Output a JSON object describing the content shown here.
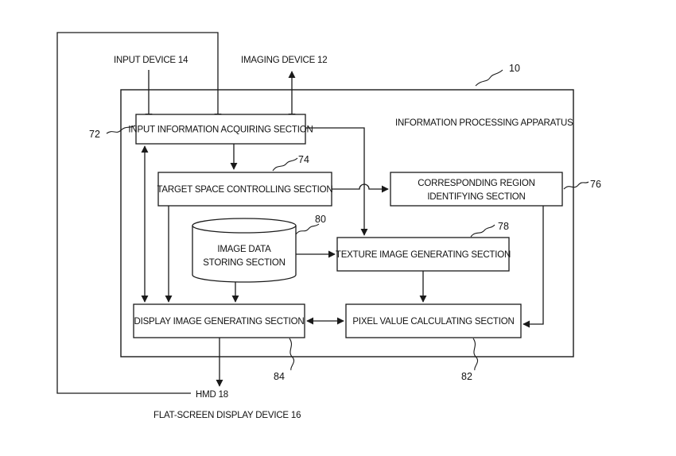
{
  "external": {
    "input_device": "INPUT DEVICE  14",
    "imaging_device": "IMAGING DEVICE  12",
    "hmd": "HMD  18",
    "flat_screen": "FLAT-SCREEN DISPLAY DEVICE  16"
  },
  "apparatus": {
    "title": "INFORMATION PROCESSING APPARATUS",
    "ref": "10"
  },
  "blocks": {
    "input_info": {
      "label": "INPUT INFORMATION ACQUIRING SECTION",
      "ref": "72"
    },
    "target_space": {
      "label": "TARGET SPACE CONTROLLING SECTION",
      "ref": "74"
    },
    "corresponding": {
      "label_line1": "CORRESPONDING REGION",
      "label_line2": "IDENTIFYING SECTION",
      "ref": "76"
    },
    "image_data": {
      "label_line1": "IMAGE DATA",
      "label_line2": "STORING SECTION",
      "ref": "80"
    },
    "texture": {
      "label": "TEXTURE IMAGE GENERATING SECTION",
      "ref": "78"
    },
    "display": {
      "label": "DISPLAY IMAGE GENERATING SECTION",
      "ref": "84"
    },
    "pixel": {
      "label": "PIXEL VALUE CALCULATING SECTION",
      "ref": "82"
    }
  }
}
